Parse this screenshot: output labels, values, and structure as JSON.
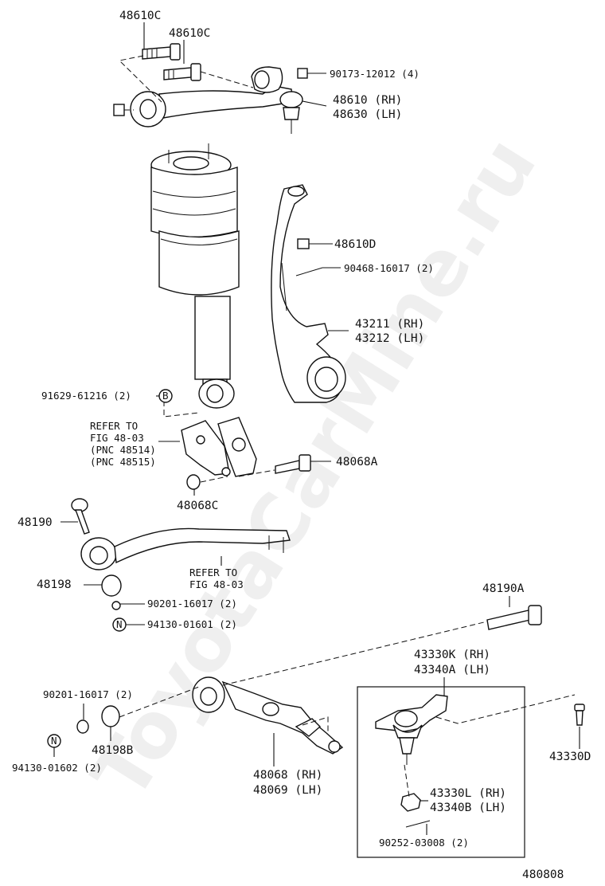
{
  "watermark": "ToyotaCarMine.ru",
  "diagram_id": "480808",
  "labels": {
    "bolt_48610C_a": "48610C",
    "bolt_48610C_b": "48610C",
    "nut_90173": "90173-12012 (4)",
    "arm_48610": "48610 (RH)",
    "arm_48630": "48630 (LH)",
    "bush_48610D": "48610D",
    "pin_90468": "90468-16017 (2)",
    "knuckle_43211": "43211 (RH)",
    "knuckle_43212": "43212 (LH)",
    "nut_91629": "91629-61216 (2)",
    "badge_b": "B",
    "refer1_line1": "REFER TO",
    "refer1_line2": "FIG 48-03",
    "refer1_line3": "(PNC 48514)",
    "refer1_line4": "(PNC 48515)",
    "bolt_48068A": "48068A",
    "bush_48068C": "48068C",
    "bolt_48190": "48190",
    "refer2_line1": "REFER TO",
    "refer2_line2": "FIG 48-03",
    "washer_48198": "48198",
    "washer_90201_a": "90201-16017 (2)",
    "nut_94130_a": "94130-01601 (2)",
    "badge_n1": "N",
    "bolt_48190A": "48190A",
    "joint_43330K": "43330K (RH)",
    "joint_43340A": "43340A (LH)",
    "washer_90201_b": "90201-16017 (2)",
    "cam_48198B": "48198B",
    "badge_n2": "N",
    "nut_94130_b": "94130-01602 (2)",
    "arm_48068": "48068 (RH)",
    "arm_48069": "48069 (LH)",
    "bolt_43330D": "43330D",
    "nut_43330L": "43330L (RH)",
    "nut_43340B": "43340B (LH)",
    "pin_90252": "90252-03008 (2)"
  }
}
